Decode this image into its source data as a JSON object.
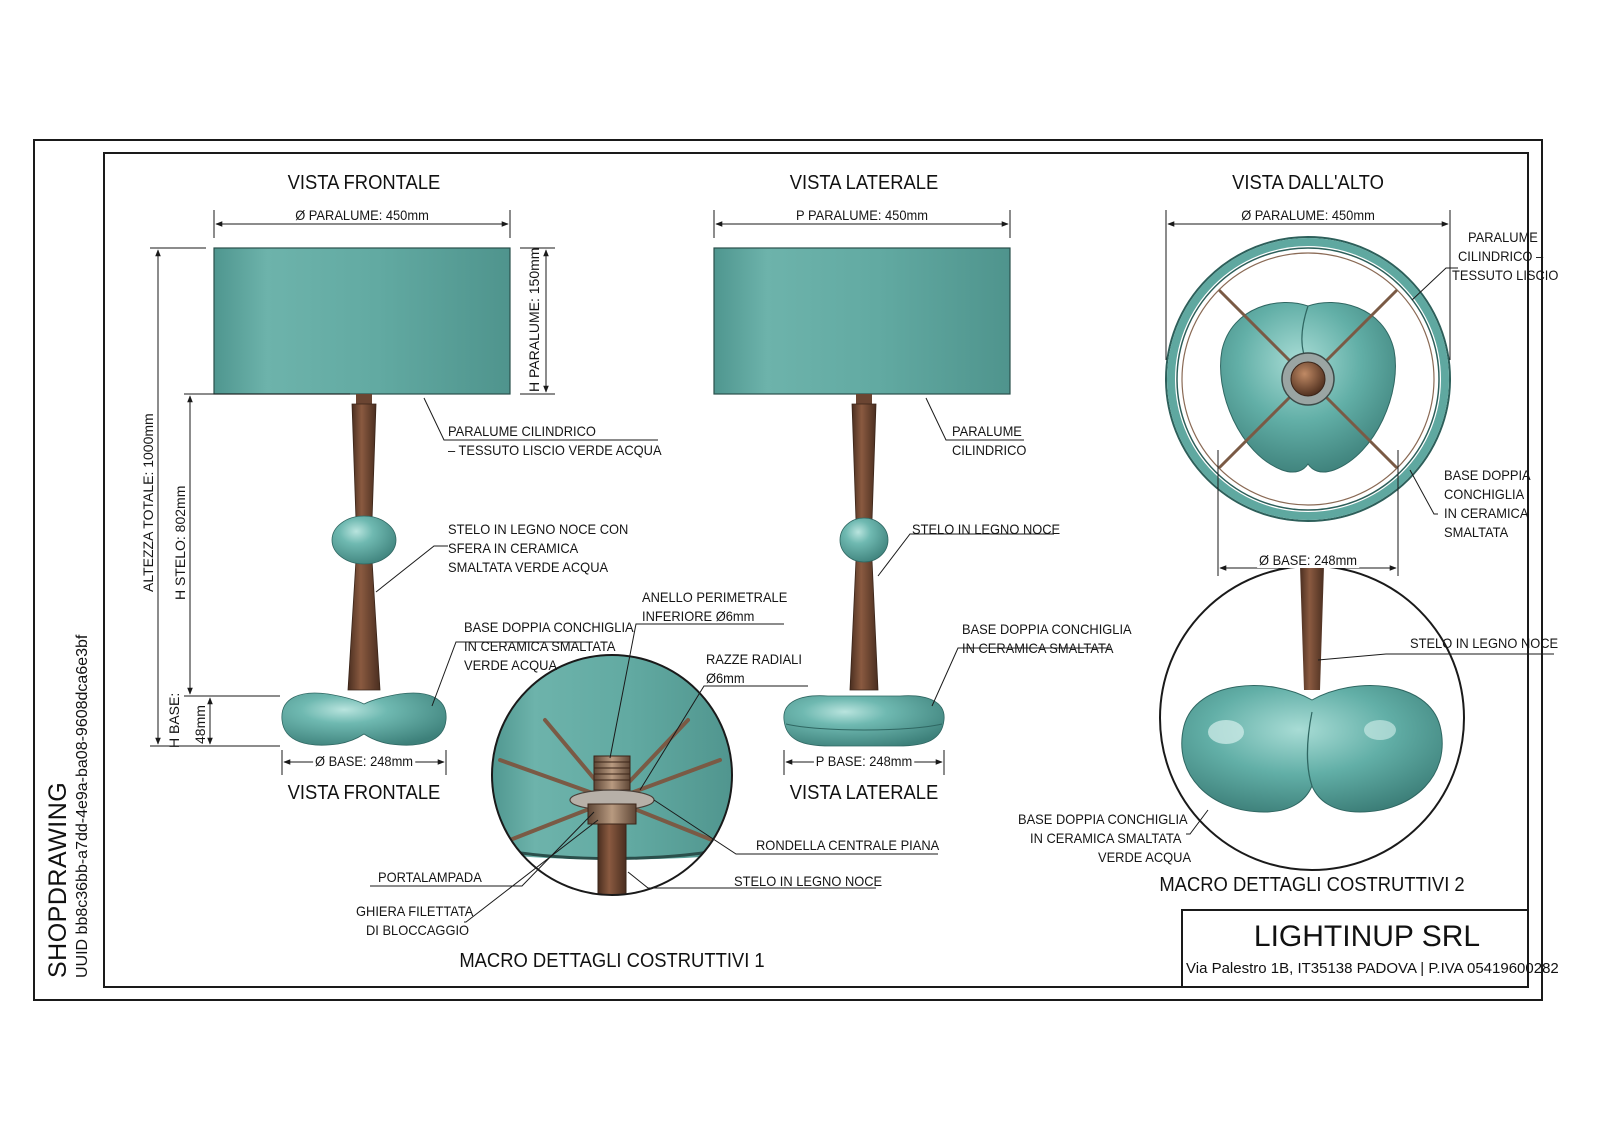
{
  "sheet": {
    "side_title": "SHOPDRAWING",
    "uuid": "UUID bb8c36bb-a7dd-4e9a-ba08-9608dca6e3bf"
  },
  "company": {
    "name": "LIGHTINUP SRL",
    "address": "Via Palestro 1B, IT35138 PADOVA | P.IVA 05419600282"
  },
  "colors": {
    "fabric": "#5fa8a0",
    "ceramic": "#66b4ad",
    "walnut": "#6b4532",
    "line": "#1a1a1a"
  },
  "front": {
    "title_top": "VISTA FRONTALE",
    "title_bottom": "VISTA FRONTALE",
    "shade_dim": "Ø PARALUME: 450mm",
    "shade_h_dim": "H PARALUME: 150mm",
    "total_h_dim": "ALTEZZA TOTALE: 1000mm",
    "stem_h_dim": "H STELO: 802mm",
    "base_h_dim": "H BASE:",
    "base_h_val": "48mm",
    "base_dim": "Ø BASE: 248mm",
    "shade_note_1": "PARALUME CILINDRICO",
    "shade_note_2": "– TESSUTO LISCIO VERDE ACQUA",
    "stem_note_1": "STELO IN LEGNO NOCE CON",
    "stem_note_2": "SFERA IN CERAMICA",
    "stem_note_3": "SMALTATA VERDE ACQUA",
    "base_note_1": "BASE DOPPIA CONCHIGLIA",
    "base_note_2": "IN CERAMICA SMALTATA",
    "base_note_3": "VERDE ACQUA"
  },
  "side": {
    "title_top": "VISTA LATERALE",
    "title_bottom": "VISTA LATERALE",
    "shade_dim": "P PARALUME: 450mm",
    "base_dim": "P BASE: 248mm",
    "shade_note_1": "PARALUME",
    "shade_note_2": "CILINDRICO",
    "stem_note": "STELO IN LEGNO NOCE",
    "base_note_1": "BASE DOPPIA CONCHIGLIA",
    "base_note_2": "IN CERAMICA SMALTATA"
  },
  "top": {
    "title": "VISTA DALL'ALTO",
    "shade_dim": "Ø PARALUME: 450mm",
    "base_dim": "Ø BASE: 248mm",
    "shade_note_1": "PARALUME",
    "shade_note_2": "CILINDRICO –",
    "shade_note_3": "TESSUTO LISCIO",
    "base_note_1": "BASE DOPPIA",
    "base_note_2": "CONCHIGLIA",
    "base_note_3": "IN CERAMICA",
    "base_note_4": "SMALTATA"
  },
  "detail1": {
    "title": "MACRO DETTAGLI COSTRUTTIVI 1",
    "ring_1": "ANELLO PERIMETRALE",
    "ring_2": "INFERIORE Ø6mm",
    "spokes_1": "RAZZE RADIALI",
    "spokes_2": "Ø6mm",
    "washer": "RONDELLA CENTRALE PIANA",
    "stem": "STELO IN LEGNO NOCE",
    "socket": "PORTALAMPADA",
    "nut_1": "GHIERA FILETTATA",
    "nut_2": "DI BLOCCAGGIO"
  },
  "detail2": {
    "title": "MACRO DETTAGLI COSTRUTTIVI 2",
    "stem": "STELO IN LEGNO NOCE",
    "base_1": "BASE DOPPIA CONCHIGLIA",
    "base_2": "IN CERAMICA SMALTATA",
    "base_3": "VERDE ACQUA"
  }
}
